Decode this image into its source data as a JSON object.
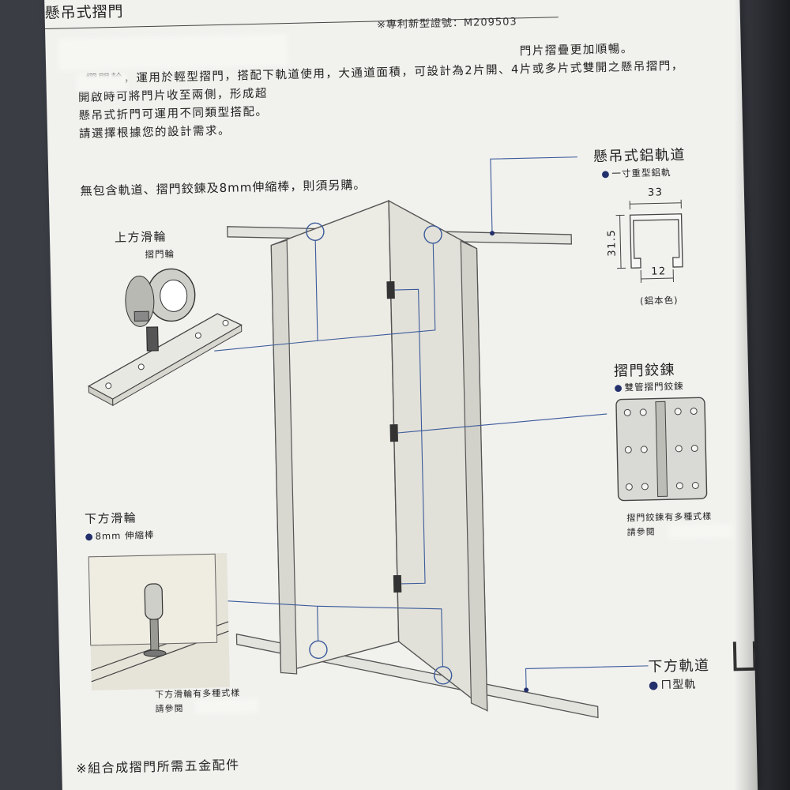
{
  "header": {
    "title": "懸吊式摺門"
  },
  "patent": "※專利新型證號：M209503",
  "intro": {
    "line1": "門片摺疊更加順暢。",
    "line2": "摺門輪，運用於輕型摺門，搭配下軌道使用，大通道面積，可設計為2片開、4片或多片式雙開之懸吊摺門，",
    "line3": "開啟時可將門片收至兩側，形成超",
    "line4": "懸吊式折門可運用不同類型搭配。",
    "line5": "請選擇根據您的設計需求。"
  },
  "notice": "無包含軌道、摺門鉸鍊及8mm伸縮棒，則須另購。",
  "top_roller": {
    "title": "上方滑輪",
    "subtitle": "摺門輪"
  },
  "bottom_roller": {
    "title": "下方滑輪",
    "subtitle": "8mm 伸縮棒",
    "note_line1": "下方滑輪有多種式樣",
    "note_line2": "請參閱"
  },
  "rail": {
    "title": "懸吊式鋁軌道",
    "subtitle": "一寸重型鋁軌",
    "dim_width": "33",
    "dim_height": "31.5",
    "dim_gap": "12",
    "finish": "(鋁本色)"
  },
  "hinge": {
    "title": "摺門鉸鍊",
    "subtitle": "雙管摺門鉸鍊",
    "note_line1": "摺門鉸鍊有多種式樣",
    "note_line2": "請參閱"
  },
  "bottom_track": {
    "title": "下方軌道",
    "subtitle": "ㄇ型軌"
  },
  "footer": "※組合成摺門所需五金配件",
  "colors": {
    "marker": "#23306b",
    "leader": "#3b5a9a",
    "panel": "#ecebe4",
    "outline": "#555555"
  }
}
